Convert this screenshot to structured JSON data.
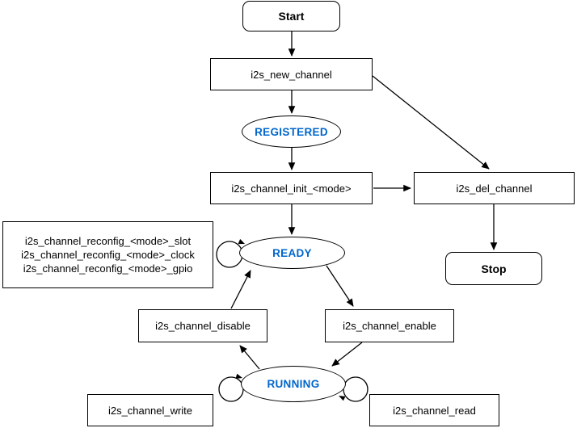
{
  "diagram": {
    "nodes": {
      "start": {
        "label": "Start"
      },
      "new_channel": {
        "label": "i2s_new_channel"
      },
      "registered": {
        "label": "REGISTERED"
      },
      "init": {
        "label": "i2s_channel_init_<mode>"
      },
      "del_channel": {
        "label": "i2s_del_channel"
      },
      "stop": {
        "label": "Stop"
      },
      "reconfig": {
        "lines": [
          "i2s_channel_reconfig_<mode>_slot",
          "i2s_channel_reconfig_<mode>_clock",
          "i2s_channel_reconfig_<mode>_gpio"
        ]
      },
      "ready": {
        "label": "READY"
      },
      "disable": {
        "label": "i2s_channel_disable"
      },
      "enable": {
        "label": "i2s_channel_enable"
      },
      "running": {
        "label": "RUNNING"
      },
      "write": {
        "label": "i2s_channel_write"
      },
      "read": {
        "label": "i2s_channel_read"
      }
    },
    "colors": {
      "state_label": "#0066CC",
      "edge": "#000000",
      "node_border": "#000000",
      "node_fill": "#FFFFFF",
      "background": "#FFFFFF"
    }
  }
}
